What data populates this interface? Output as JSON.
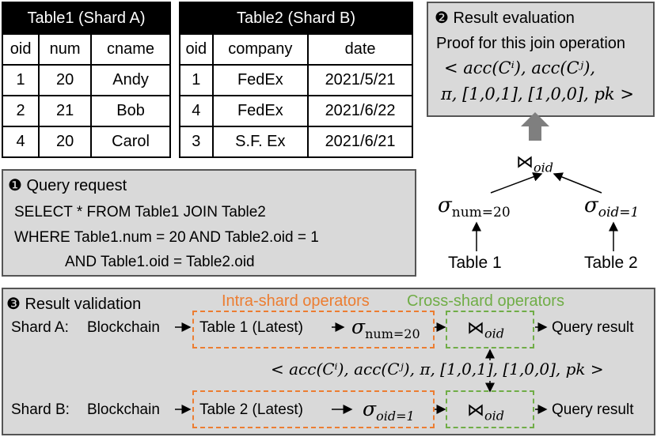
{
  "table1": {
    "caption": "Table1 (Shard A)",
    "headers": [
      "oid",
      "num",
      "cname"
    ],
    "rows": [
      [
        "1",
        "20",
        "Andy"
      ],
      [
        "2",
        "21",
        "Bob"
      ],
      [
        "4",
        "20",
        "Carol"
      ]
    ]
  },
  "table2": {
    "caption": "Table2 (Shard B)",
    "headers": [
      "oid",
      "company",
      "date"
    ],
    "rows": [
      [
        "1",
        "FedEx",
        "2021/5/21"
      ],
      [
        "4",
        "FedEx",
        "2021/6/22"
      ],
      [
        "3",
        "S.F. Ex",
        "2021/6/21"
      ]
    ]
  },
  "result_eval": {
    "title": "❷ Result evaluation",
    "line1": "Proof for this join operation",
    "line2": "< acc(Cⁱ), acc(Cʲ),",
    "line3": "π, [1,0,1], [1,0,0], pk >"
  },
  "query": {
    "title": "❶ Query request",
    "line1": "SELECT *  FROM Table1 JOIN Table2",
    "line2": "WHERE Table1.num = 20 AND Table2.oid = 1",
    "line3": "AND Table1.oid = Table2.oid"
  },
  "tree": {
    "join": "⋈",
    "join_sub": "oid",
    "sel_left": "σ",
    "sel_left_sub": "num=20",
    "sel_right": "σ",
    "sel_right_sub": "oid=1",
    "leaf_left": "Table 1",
    "leaf_right": "Table 2"
  },
  "validation": {
    "title": "❸ Result validation",
    "intra_label": "Intra-shard operators",
    "cross_label": "Cross-shard operators",
    "shard_a_label": "Shard A:",
    "shard_b_label": "Shard B:",
    "blockchain": "Blockchain",
    "table1_latest": "Table 1 (Latest)",
    "table2_latest": "Table 2 (Latest)",
    "sigma": "σ",
    "sigma_a_sub": "num=20",
    "sigma_b_sub": "oid=1",
    "join": "⋈",
    "join_sub": "oid",
    "query_result": "Query result",
    "proof": "< acc(Cⁱ), acc(Cʲ), π, [1,0,1], [1,0,0], pk >"
  },
  "colors": {
    "intra": "#ec7d31",
    "cross": "#70ad47",
    "panel": "#d9d9d9",
    "arrow_grey": "#7f7f7f"
  }
}
